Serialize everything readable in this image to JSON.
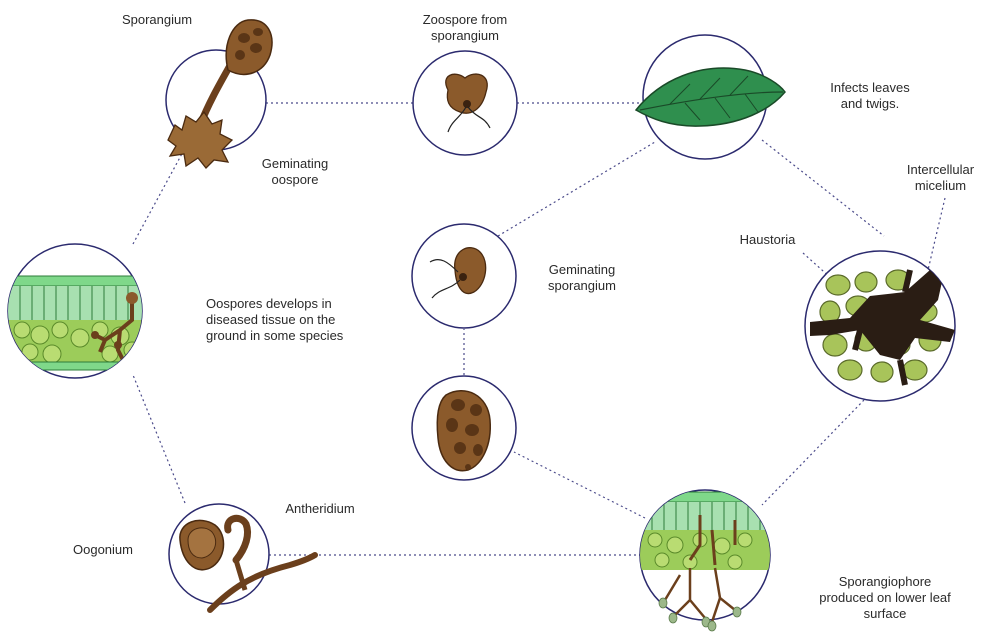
{
  "labels": {
    "sporangium": "Sporangium",
    "germinating_oospore": "Geminating\noospore",
    "zoospore": "Zoospore from\nsporangium",
    "infects": "Infects leaves\nand twigs.",
    "intercellular": "Intercellular\nmicelium",
    "haustoria": "Haustoria",
    "germinating_sporangium": "Geminating\nsporangium",
    "oospores_develop": "Oospores develops in\ndiseased tissue on the\nground in some species",
    "antheridium": "Antheridium",
    "oogonium": "Oogonium",
    "sporangiophore": "Sporangiophore\nproduced on lower leaf\nsurface"
  },
  "colors": {
    "circle_stroke": "#2b2a6e",
    "connector": "#4a4a8a",
    "brown": "#8b5a2b",
    "brown_dark": "#5a3516",
    "leaf_green": "#2f8f4e",
    "cell_green": "#9ccc5a",
    "palisade_green": "#a8e0b0",
    "hypha_dark": "#2a1d14"
  }
}
